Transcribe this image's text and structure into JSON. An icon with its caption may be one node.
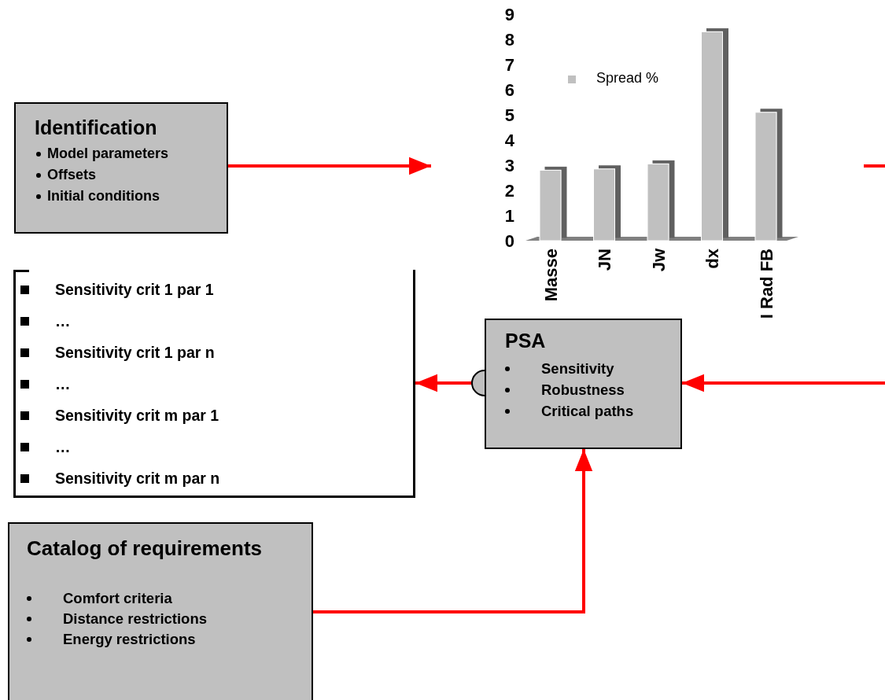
{
  "diagram": {
    "nodes": [
      {
        "text": [
          "Identification",
          "Model parameters",
          "Offsets",
          "Initial conditions"
        ]
      },
      {
        "text": [
          "Sensitivity crit 1 par 1",
          "…",
          "Sensitivity crit 1 par n",
          "…",
          "Sensitivity crit m par 1",
          "…",
          "Sensitivity crit m par n"
        ]
      },
      {
        "text": [
          "PSA",
          "Sensitivity",
          "Robustness",
          "Critical paths"
        ]
      },
      {
        "text": [
          "Catalog of requirements",
          "Comfort criteria",
          "Distance restrictions",
          "Energy restrictions"
        ]
      }
    ],
    "edges": [
      {
        "from": 0,
        "to": null,
        "arrow": "to"
      },
      {
        "from": 2,
        "to": 1,
        "arrow": "to"
      },
      {
        "from": null,
        "to": 2,
        "arrow": "to"
      },
      {
        "from": 3,
        "to": 2,
        "arrow": "to"
      }
    ],
    "chart_data": {
      "type": "bar",
      "categories": [
        "Masse",
        "JN",
        "Jw",
        "dx",
        "I Rad FB"
      ],
      "series": [
        {
          "name": "Spread %",
          "color": "#c0c0c0",
          "values": [
            2.8,
            2.85,
            3.05,
            8.3,
            5.1
          ]
        }
      ],
      "ylim": [
        0,
        9
      ],
      "yticks": [
        0,
        1,
        2,
        3,
        4,
        5,
        6,
        7,
        8,
        9
      ]
    }
  }
}
